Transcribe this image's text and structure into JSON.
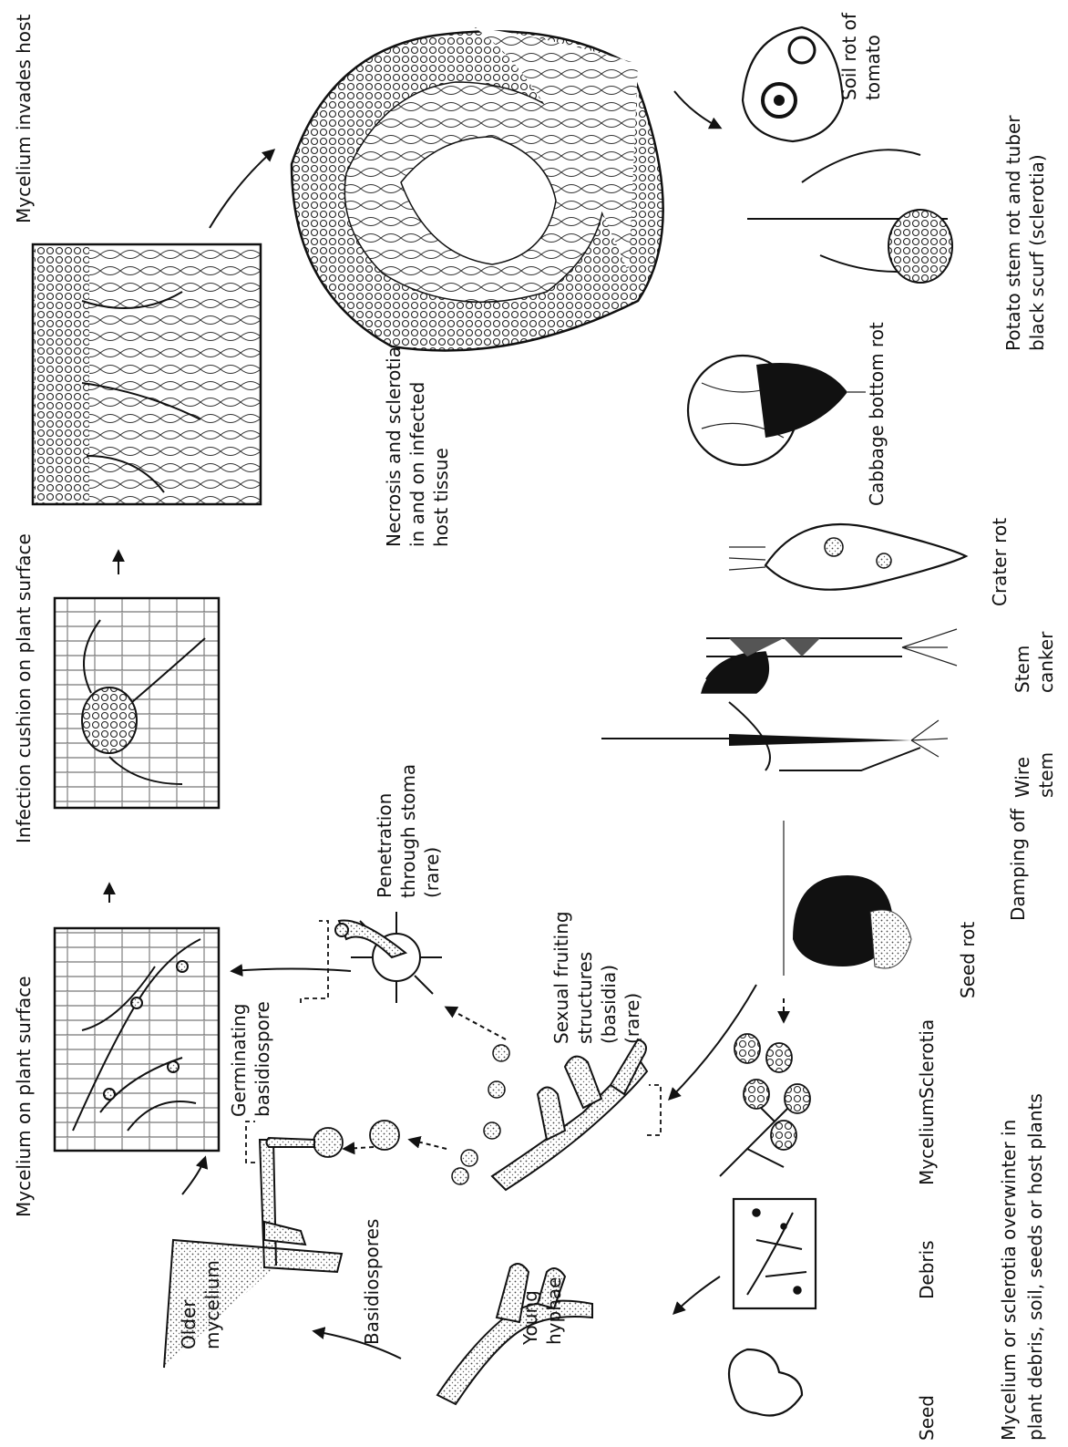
{
  "labels": {
    "mycelium_plant_surface": "Mycelium on plant surface",
    "infection_cushion": "Infection cushion on plant surface",
    "mycelium_invades": "Mycelium invades host",
    "necrosis_line1": "Necrosis and sclerotia",
    "necrosis_line2": "in and on infected",
    "necrosis_line3": "host tissue",
    "older_line1": "Older",
    "older_line2": "mycelium",
    "young_line1": "Young",
    "young_line2": "hyphae",
    "basidiospores": "Basidiospores",
    "germ_line1": "Germinating",
    "germ_line2": "basidiospore",
    "pen_line1": "Penetration",
    "pen_line2": "through stoma",
    "pen_line3": "(rare)",
    "sex_line1": "Sexual fruiting",
    "sex_line2": "structures",
    "sex_line3": "(basidia)",
    "sex_line4": "(rare)",
    "seed": "Seed",
    "debris": "Debris",
    "mycelium": "Mycelium",
    "sclerotia": "Sclerotia",
    "overwinter_line1": "Mycelium or sclerotia overwinter in",
    "overwinter_line2": "plant debris, soil, seeds or host plants",
    "seed_rot": "Seed rot",
    "damping_off": "Damping off",
    "wire_line1": "Wire",
    "wire_line2": "stem",
    "canker_line1": "Stem",
    "canker_line2": "canker",
    "crater_rot": "Crater rot",
    "cabbage": "Cabbage bottom rot",
    "potato_line1": "Potato stem rot and tuber",
    "potato_line2": "black scurf  (sclerotia)",
    "tomato_line1": "Soil rot of",
    "tomato_line2": "tomato"
  }
}
